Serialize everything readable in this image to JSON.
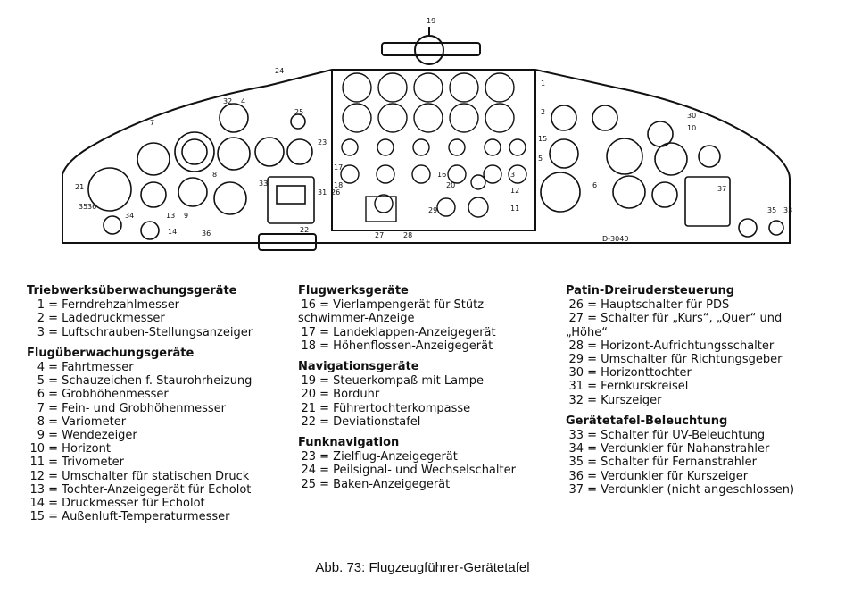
{
  "caption": "Abb. 73: Flugzeugführer-Gerätetafel",
  "diagram": {
    "stamp": "D-3040",
    "callouts": [
      "19",
      "24",
      "32",
      "4",
      "7",
      "25",
      "23",
      "8",
      "33",
      "21",
      "35",
      "36",
      "13",
      "9",
      "14",
      "34",
      "36",
      "22",
      "31",
      "26",
      "1",
      "2",
      "3",
      "12",
      "11",
      "17",
      "18",
      "16",
      "29",
      "20",
      "27",
      "28",
      "15",
      "5",
      "6",
      "10",
      "30",
      "37",
      "35",
      "33"
    ]
  },
  "legend": {
    "columns": [
      {
        "sections": [
          {
            "title": "Triebwerksüberwachungsgeräte",
            "items": [
              {
                "num": "1",
                "text": "Ferndrehzahlmesser"
              },
              {
                "num": "2",
                "text": "Ladedruckmesser"
              },
              {
                "num": "3",
                "text": "Luftschrauben-Stellungsanzeiger"
              }
            ]
          },
          {
            "title": "Flugüberwachungsgeräte",
            "items": [
              {
                "num": "4",
                "text": "Fahrtmesser"
              },
              {
                "num": "5",
                "text": "Schauzeichen f. Staurohrheizung"
              },
              {
                "num": "6",
                "text": "Grobhöhenmesser"
              },
              {
                "num": "7",
                "text": "Fein- und Grobhöhenmesser"
              },
              {
                "num": "8",
                "text": "Variometer"
              },
              {
                "num": "9",
                "text": "Wendezeiger"
              },
              {
                "num": "10",
                "text": "Horizont"
              },
              {
                "num": "11",
                "text": "Trivometer"
              },
              {
                "num": "12",
                "text": "Umschalter für statischen Druck"
              },
              {
                "num": "13",
                "text": "Tochter-Anzeigegerät für Echolot"
              },
              {
                "num": "14",
                "text": "Druckmesser für Echolot"
              },
              {
                "num": "15",
                "text": "Außenluft-Temperaturmesser"
              }
            ]
          }
        ]
      },
      {
        "sections": [
          {
            "title": "Flugwerksgeräte",
            "items": [
              {
                "num": "16",
                "text": "Vierlampengerät für Stütz-",
                "cont": "schwimmer-Anzeige"
              },
              {
                "num": "17",
                "text": "Landeklappen-Anzeigegerät"
              },
              {
                "num": "18",
                "text": "Höhenflossen-Anzeigegerät"
              }
            ]
          },
          {
            "title": "Navigationsgeräte",
            "items": [
              {
                "num": "19",
                "text": "Steuerkompaß mit Lampe"
              },
              {
                "num": "20",
                "text": "Borduhr"
              },
              {
                "num": "21",
                "text": "Führertochterkompasse"
              },
              {
                "num": "22",
                "text": "Deviationstafel"
              }
            ]
          },
          {
            "title": "Funknavigation",
            "items": [
              {
                "num": "23",
                "text": "Zielflug-Anzeigegerät"
              },
              {
                "num": "24",
                "text": "Peilsignal- und Wechselschalter"
              },
              {
                "num": "25",
                "text": "Baken-Anzeigegerät"
              }
            ]
          }
        ]
      },
      {
        "sections": [
          {
            "title": "Patin-Dreiruder­steuerung",
            "items": [
              {
                "num": "26",
                "text": "Hauptschalter für PDS"
              },
              {
                "num": "27",
                "text": "Schalter für „Kurs“, „Quer“ und",
                "cont": "„Höhe“"
              },
              {
                "num": "28",
                "text": "Horizont-Aufrichtungsschalter"
              },
              {
                "num": "29",
                "text": "Umschalter für Richtungsgeber"
              },
              {
                "num": "30",
                "text": "Horizonttochter"
              },
              {
                "num": "31",
                "text": "Fernkurskreisel"
              },
              {
                "num": "32",
                "text": "Kurszeiger"
              }
            ]
          },
          {
            "title": "Gerätetafel-Beleuchtung",
            "items": [
              {
                "num": "33",
                "text": "Schalter für UV-Beleuchtung"
              },
              {
                "num": "34",
                "text": "Verdunkler für Nahanstrahler"
              },
              {
                "num": "35",
                "text": "Schalter für Fernanstrahler"
              },
              {
                "num": "36",
                "text": "Verdunkler für Kurszeiger"
              },
              {
                "num": "37",
                "text": "Verdunkler (nicht angeschlossen)"
              }
            ]
          }
        ]
      }
    ]
  }
}
